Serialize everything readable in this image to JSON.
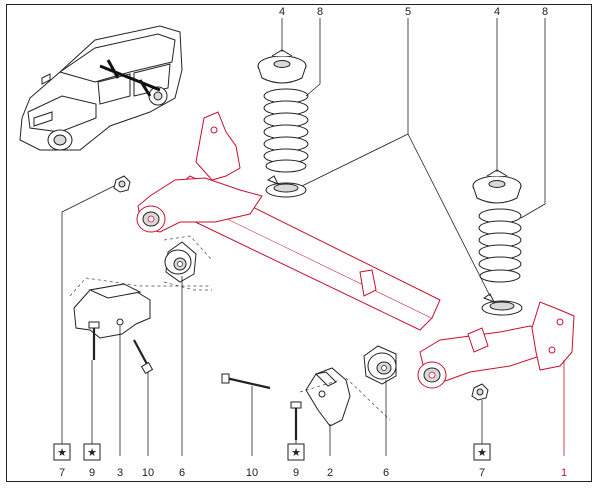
{
  "callouts": {
    "top": [
      "4",
      "8",
      "5",
      "4",
      "8"
    ],
    "bottom": [
      "7",
      "9",
      "3",
      "10",
      "6",
      "10",
      "9",
      "2",
      "6",
      "7",
      "1"
    ]
  },
  "marker_symbol": "★",
  "colors": {
    "axle_outline": "#c8102e",
    "line": "#222222",
    "shade": "#d9d9d9"
  },
  "icons": {
    "vehicle": "station-wagon-car-icon",
    "marker": "star-icon"
  }
}
